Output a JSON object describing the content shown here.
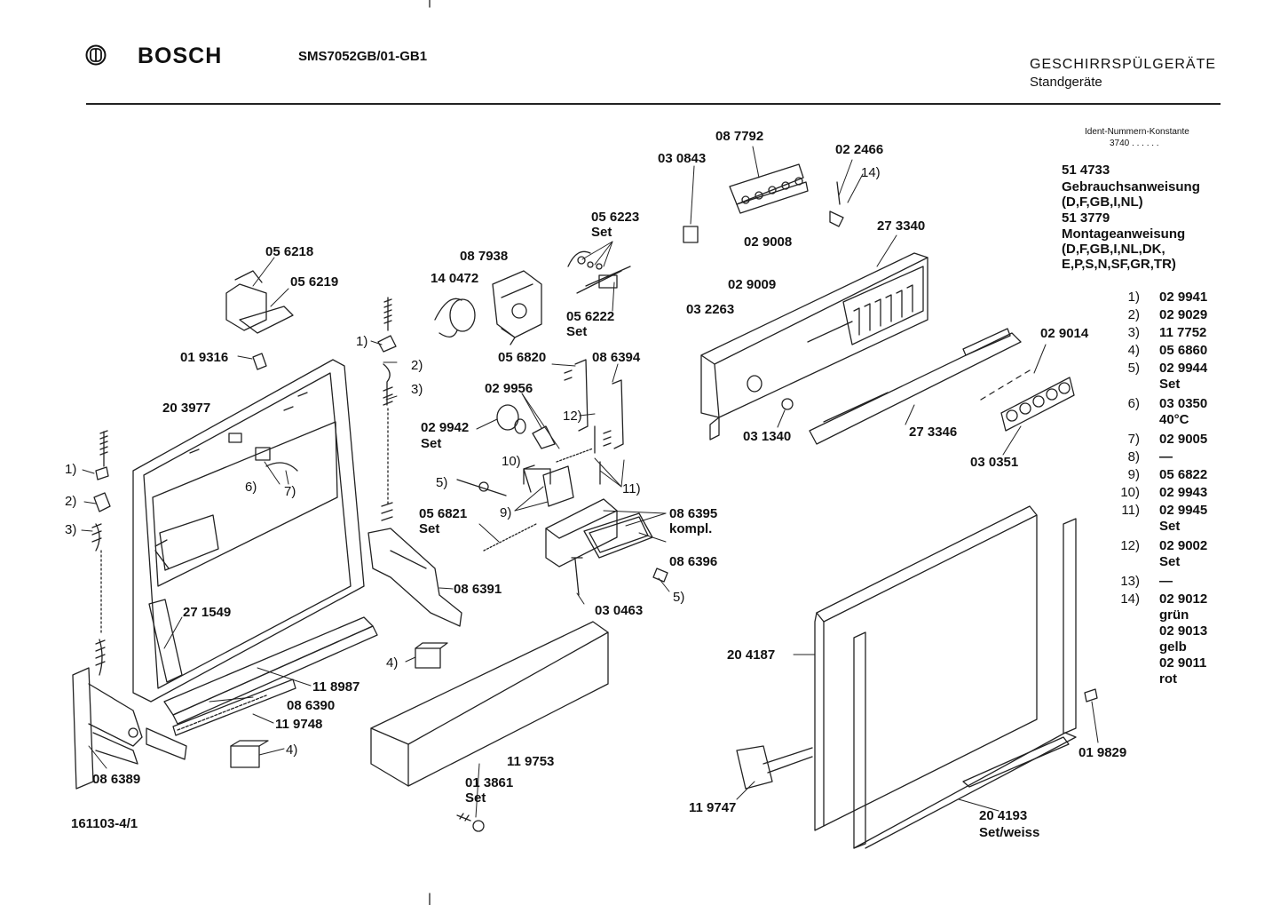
{
  "header": {
    "brand": "BOSCH",
    "model": "SMS7052GB/01-GB1",
    "category": "GESCHIRRSPÜLGERÄTE",
    "subcategory": "Standgeräte"
  },
  "ident": {
    "label": "Ident-Nummern-Konstante",
    "value": "3740  . .  . . . ."
  },
  "docs": [
    {
      "number": "51 4733",
      "title": "Gebrauchsanweisung",
      "langs": "(D,F,GB,I,NL)"
    },
    {
      "number": "51 3779",
      "title": "Montageanweisung",
      "langs": "(D,F,GB,I,NL,DK,",
      "langs2": "E,P,S,N,SF,GR,TR)"
    }
  ],
  "legend": [
    {
      "key": "1)",
      "lines": [
        "02 9941"
      ]
    },
    {
      "key": "2)",
      "lines": [
        "02 9029"
      ]
    },
    {
      "key": "3)",
      "lines": [
        "11 7752"
      ]
    },
    {
      "key": "4)",
      "lines": [
        "05 6860"
      ]
    },
    {
      "key": "5)",
      "lines": [
        "02 9944",
        "Set"
      ]
    },
    {
      "key": "6)",
      "lines": [
        "03 0350",
        "40°C"
      ]
    },
    {
      "key": "7)",
      "lines": [
        "02 9005"
      ]
    },
    {
      "key": "8)",
      "lines": [
        "—"
      ]
    },
    {
      "key": "9)",
      "lines": [
        "05 6822"
      ]
    },
    {
      "key": "10)",
      "lines": [
        "02 9943"
      ]
    },
    {
      "key": "11)",
      "lines": [
        "02 9945",
        "Set"
      ]
    },
    {
      "key": "12)",
      "lines": [
        "02 9002",
        "Set"
      ]
    },
    {
      "key": "13)",
      "lines": [
        "—"
      ]
    },
    {
      "key": "14)",
      "lines": [
        "02 9012",
        "grün",
        "02 9013",
        "gelb",
        "02 9011",
        "rot"
      ]
    }
  ],
  "parts": {
    "p087792": "08 7792",
    "p022466": "02 2466",
    "p030843": "03 0843",
    "p14a": "14)",
    "p029008": "02 9008",
    "p273340": "27 3340",
    "p056223": "05 6223",
    "p056223set": "Set",
    "p087938": "08 7938",
    "p140472": "14 0472",
    "p056222": "05 6222",
    "p056222set": "Set",
    "p029009": "02 9009",
    "p032263": "03 2263",
    "p056218": "05 6218",
    "p056219": "05 6219",
    "p1a": "1)",
    "p019316": "01 9316",
    "p2a": "2)",
    "p3a": "3)",
    "p203977": "20 3977",
    "p056820": "05 6820",
    "p086394": "08 6394",
    "p029956": "02 9956",
    "p12a": "12)",
    "p029942": "02 9942",
    "p029942set": "Set",
    "p029014": "02 9014",
    "p031340": "03 1340",
    "p273346": "27 3346",
    "p030351": "03 0351",
    "p1b": "1)",
    "p6a": "6)",
    "p7a": "7)",
    "p2b": "2)",
    "p3b": "3)",
    "p10a": "10)",
    "p5a": "5)",
    "p11a": "11)",
    "p9a": "9)",
    "p056821": "05 6821",
    "p056821set": "Set",
    "p086395": "08 6395",
    "p086395k": "kompl.",
    "p086396": "08 6396",
    "p086391": "08 6391",
    "p5b": "5)",
    "p030463": "03 0463",
    "p271549": "27 1549",
    "p4a": "4)",
    "p204187": "20 4187",
    "p118987": "11 8987",
    "p086390": "08 6390",
    "p119748": "11 9748",
    "p4b": "4)",
    "p119753": "11 9753",
    "p019829": "01 9829",
    "p086389": "08 6389",
    "p013861": "01 3861",
    "p013861set": "Set",
    "p119747": "11 9747",
    "p204193": "20 4193",
    "p204193s": "Set/weiss"
  },
  "footer": {
    "drawing_no": "161103-4/1"
  }
}
